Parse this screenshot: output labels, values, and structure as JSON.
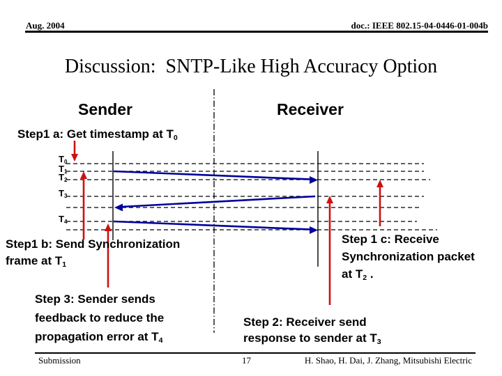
{
  "header": {
    "date": "Aug. 2004",
    "doc": "doc.: IEEE 802.15-04-0446-01-004b"
  },
  "title": "Discussion:  SNTP-Like High Accuracy Option",
  "diagram": {
    "sender_label": "Sender",
    "receiver_label": "Receiver",
    "timeline_labels": [
      {
        "main": "T",
        "sub": "0"
      },
      {
        "main": "T",
        "sub": "1"
      },
      {
        "main": "T",
        "sub": "2"
      },
      {
        "main": "T",
        "sub": "3"
      },
      {
        "main": "T",
        "sub": "4"
      }
    ],
    "steps": {
      "step1a": {
        "text": "Step1 a: Get timestamp at T",
        "sub": "0"
      },
      "step1b": {
        "line1": "Step1 b: Send Synchronization",
        "line2": {
          "text": "frame at T",
          "sub": "1"
        }
      },
      "step1c": {
        "line1": "Step 1 c: Receive",
        "line2": "Synchronization packet",
        "line3": {
          "text": "at T",
          "sub": "2",
          "suffix": " ."
        }
      },
      "step2": {
        "line1": "Step 2: Receiver send",
        "line2": {
          "text": "response to sender at T",
          "sub": "3"
        }
      },
      "step3": {
        "line1": "Step 3: Sender sends",
        "line2": "feedback to reduce the",
        "line3": {
          "text": "propagation error at T",
          "sub": "4"
        }
      }
    }
  },
  "footer": {
    "left": "Submission",
    "page": "17",
    "right": "H. Shao, H. Dai, J. Zhang, Mitsubishi Electric"
  },
  "colors": {
    "arrow_red": "#cc1111",
    "arrow_blue": "#000099",
    "line_black": "#000000"
  }
}
